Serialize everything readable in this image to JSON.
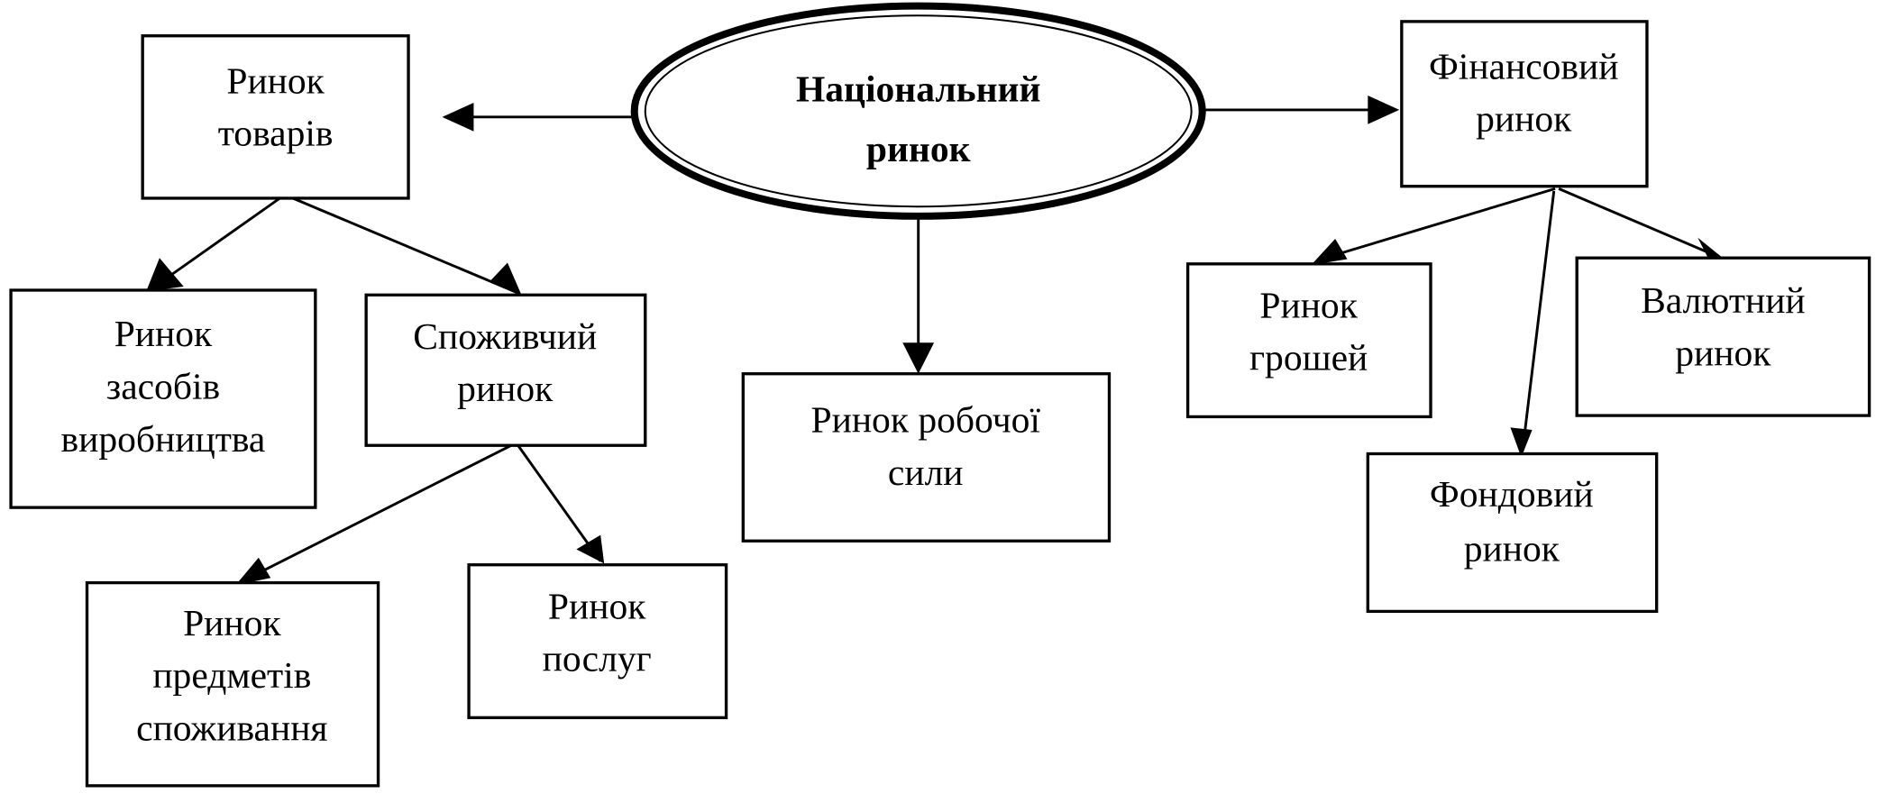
{
  "diagram": {
    "center": {
      "line1": "Національний",
      "line2": "ринок"
    },
    "goods": {
      "line1": "Ринок",
      "line2": "товарів"
    },
    "financial": {
      "line1": "Фінансовий",
      "line2": "ринок"
    },
    "labor": {
      "line1": "Ринок робочої",
      "line2": "сили"
    },
    "means": {
      "line1": "Ринок",
      "line2": "засобів",
      "line3": "виробництва"
    },
    "consumer": {
      "line1": "Споживчий",
      "line2": "ринок"
    },
    "consumables": {
      "line1": "Ринок",
      "line2": "предметів",
      "line3": "споживання"
    },
    "services": {
      "line1": "Ринок",
      "line2": "послуг"
    },
    "money": {
      "line1": "Ринок",
      "line2": "грошей"
    },
    "currency": {
      "line1": "Валютний",
      "line2": "ринок"
    },
    "stock": {
      "line1": "Фондовий",
      "line2": "ринок"
    }
  }
}
